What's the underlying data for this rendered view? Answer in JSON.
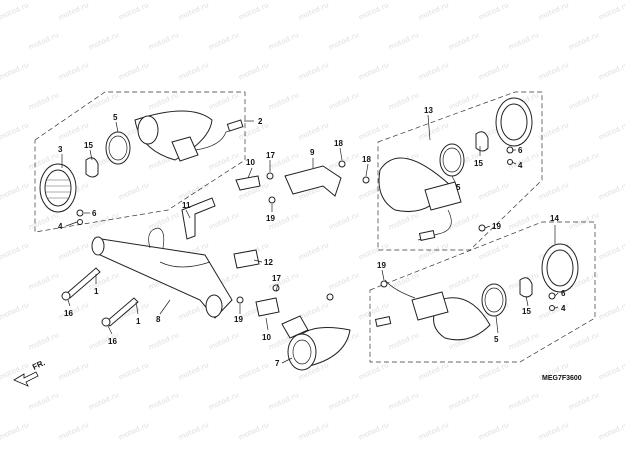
{
  "diagram": {
    "watermark": "motod.ru",
    "drawing_code": "MEG7F3600",
    "direction_label": "FR.",
    "callouts": [
      {
        "id": "c2",
        "text": "2"
      },
      {
        "id": "c3",
        "text": "3"
      },
      {
        "id": "c5a",
        "text": "5"
      },
      {
        "id": "c15a",
        "text": "15"
      },
      {
        "id": "c6a",
        "text": "6"
      },
      {
        "id": "c4a",
        "text": "4"
      },
      {
        "id": "c10a",
        "text": "10"
      },
      {
        "id": "c17a",
        "text": "17"
      },
      {
        "id": "c9",
        "text": "9"
      },
      {
        "id": "c18a",
        "text": "18"
      },
      {
        "id": "c18b",
        "text": "18"
      },
      {
        "id": "c11",
        "text": "11"
      },
      {
        "id": "c19a",
        "text": "19"
      },
      {
        "id": "c12",
        "text": "12"
      },
      {
        "id": "c1a",
        "text": "1"
      },
      {
        "id": "c1b",
        "text": "1"
      },
      {
        "id": "c16a",
        "text": "16"
      },
      {
        "id": "c16b",
        "text": "16"
      },
      {
        "id": "c8",
        "text": "8"
      },
      {
        "id": "c17b",
        "text": "17"
      },
      {
        "id": "c19b",
        "text": "19"
      },
      {
        "id": "c10b",
        "text": "10"
      },
      {
        "id": "c7",
        "text": "7"
      },
      {
        "id": "c13",
        "text": "13"
      },
      {
        "id": "c15b",
        "text": "15"
      },
      {
        "id": "c6b",
        "text": "6"
      },
      {
        "id": "c4b",
        "text": "4"
      },
      {
        "id": "c5b",
        "text": "5"
      },
      {
        "id": "c19c",
        "text": "19"
      },
      {
        "id": "c14",
        "text": "14"
      },
      {
        "id": "c19d",
        "text": "19"
      },
      {
        "id": "c6c",
        "text": "6"
      },
      {
        "id": "c4c",
        "text": "4"
      },
      {
        "id": "c15c",
        "text": "15"
      },
      {
        "id": "c5c",
        "text": "5"
      }
    ]
  }
}
